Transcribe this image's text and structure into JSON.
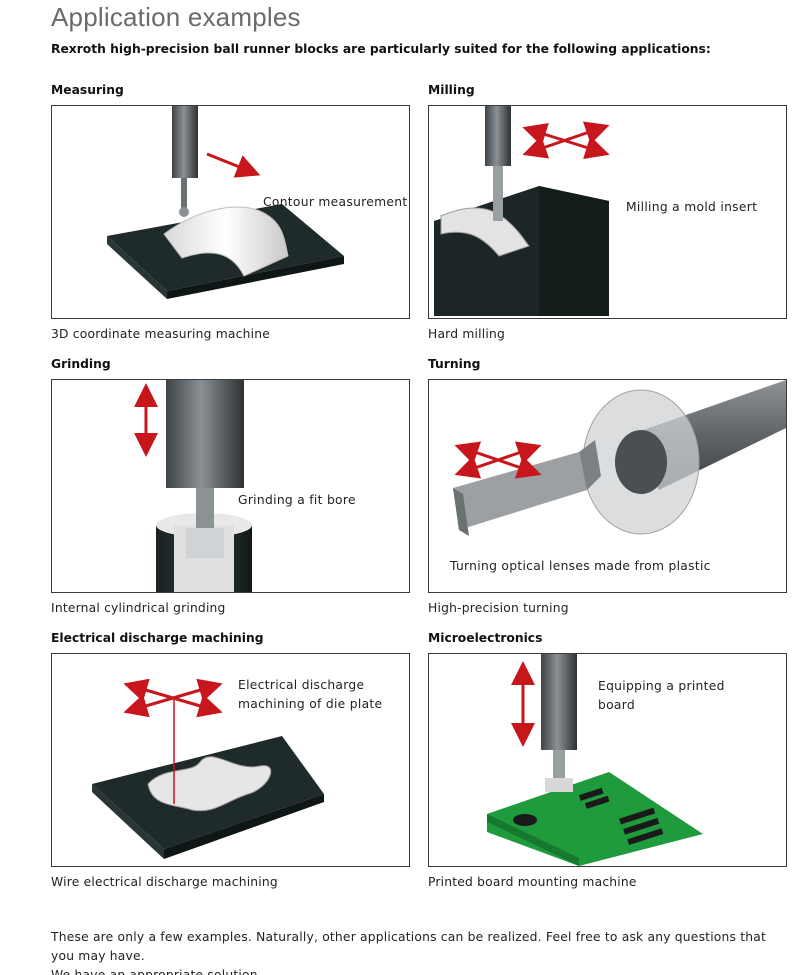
{
  "title": "Application examples",
  "intro": "Rexroth high-precision ball runner blocks are particularly suited for the following applications:",
  "sections": [
    {
      "heading": "Measuring",
      "label": "Contour measurement",
      "caption": "3D coordinate measuring machine"
    },
    {
      "heading": "Milling",
      "label": "Milling a mold insert",
      "caption": "Hard milling"
    },
    {
      "heading": "Grinding",
      "label": "Grinding a fit bore",
      "caption": "Internal cylindrical grinding"
    },
    {
      "heading": "Turning",
      "label": "Turning optical lenses made from plastic",
      "caption": "High-precision turning"
    },
    {
      "heading": "Electrical discharge machining",
      "label_line1": "Electrical discharge",
      "label_line2": "machining of die plate",
      "caption": "Wire electrical discharge machining"
    },
    {
      "heading": "Microelectronics",
      "label_line1": "Equipping a printed",
      "label_line2": "board",
      "caption": "Printed board mounting machine"
    }
  ],
  "footer_line1": "These are only a few examples. Naturally, other applications can be realized. Feel free to ask any questions that you may have.",
  "footer_line2": "We have an appropriate solution.",
  "colors": {
    "arrow": "#c8161d",
    "block": "#1f2a2a",
    "pcb": "#1f9a3c",
    "spindle": "#5a5f62"
  }
}
